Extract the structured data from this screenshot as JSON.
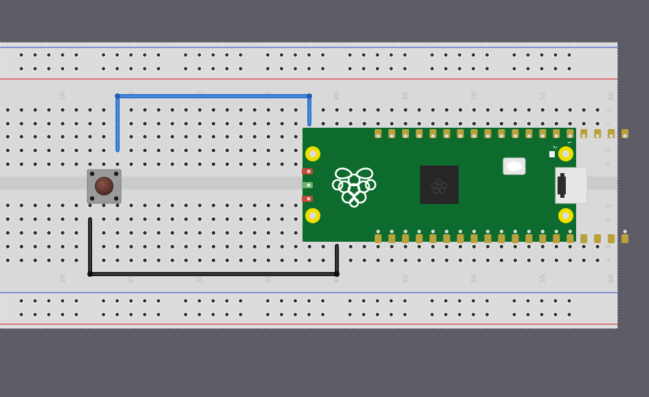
{
  "breadboard": {
    "column_numbers": [
      "20",
      "25",
      "30",
      "35",
      "40",
      "45",
      "50",
      "55",
      "60"
    ],
    "top_row_letters": [
      "J",
      "I",
      "H",
      "G",
      "F"
    ],
    "bottom_row_letters": [
      "E",
      "D",
      "C",
      "B",
      "A"
    ],
    "rail_colors": {
      "positive": "#d7383b",
      "negative": "#4b5fd9"
    }
  },
  "components": {
    "board": {
      "name": "Raspberry Pi Pico",
      "pcb_color": "#0d6b2d",
      "pin_labels": [
        "2",
        "1"
      ]
    },
    "pushbutton": {
      "name": "tactile push button",
      "cap_color": "#6b3d30"
    },
    "wires": [
      {
        "name": "blue jumper wire",
        "color": "#2a72c9"
      },
      {
        "name": "black jumper wire",
        "color": "#1d1d1d"
      }
    ]
  },
  "colors": {
    "background": "#5d5c66",
    "breadboard": "#dcdcdc",
    "highlight_green": "#4cc04c"
  }
}
